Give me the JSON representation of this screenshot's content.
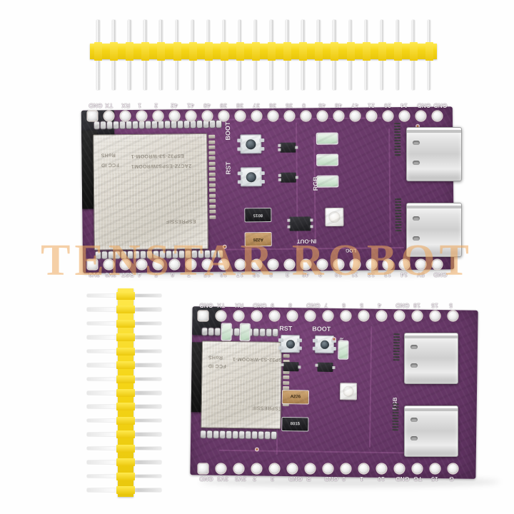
{
  "image": {
    "subject": "ESP32-S3 development board",
    "watermark": "TENSTAR ROBOT",
    "background": "#ffffff",
    "pcb_color": "#6a3a6a",
    "header_color": "#f5d516"
  },
  "board_top": {
    "module_text_lines": [
      "ESP32-S3-WROOM-1",
      "(ESPRESSIF)",
      "FCC ID",
      "RoHS"
    ],
    "silk": {
      "rst": "RST",
      "boot": "BOOT",
      "rgb": "RGB",
      "in_out": "IN-OUT",
      "res1": "8015",
      "res2": "A226",
      "log": "LOG"
    },
    "pins_top": [
      "GND",
      "TX",
      "RX",
      "1",
      "2",
      "42",
      "41",
      "40",
      "39",
      "38",
      "37",
      "36",
      "35",
      "0",
      "45",
      "48",
      "47",
      "21",
      "20",
      "14",
      "GND",
      "GND"
    ],
    "pins_bottom": [
      "3V3",
      "3V3",
      "RST",
      "4",
      "5",
      "6",
      "7",
      "15",
      "16",
      "17",
      "18",
      "8",
      "3",
      "46",
      "9",
      "10",
      "11",
      "12",
      "13",
      "14",
      "5V",
      "GND"
    ]
  },
  "board_bottom": {
    "silk": {
      "rst": "RST",
      "boot": "BOOT",
      "pwr": "PWR",
      "rgb": "RGB",
      "res1": "A226",
      "res2": "8015"
    },
    "pins_top": [
      "GND",
      "TX",
      "RX",
      "GND",
      "9",
      "8",
      "GND",
      "7",
      "6",
      "5",
      "4",
      "GND",
      "18",
      "15",
      "5"
    ],
    "pins_bottom": [
      "GND",
      "3V3",
      "3V3",
      "2",
      "3",
      "GND",
      "R",
      "GND",
      "0",
      "1",
      "10",
      "GND",
      "TG",
      "15",
      "G"
    ]
  },
  "headers": {
    "horizontal_pin_count": 22,
    "vertical_pin_count": 15
  }
}
